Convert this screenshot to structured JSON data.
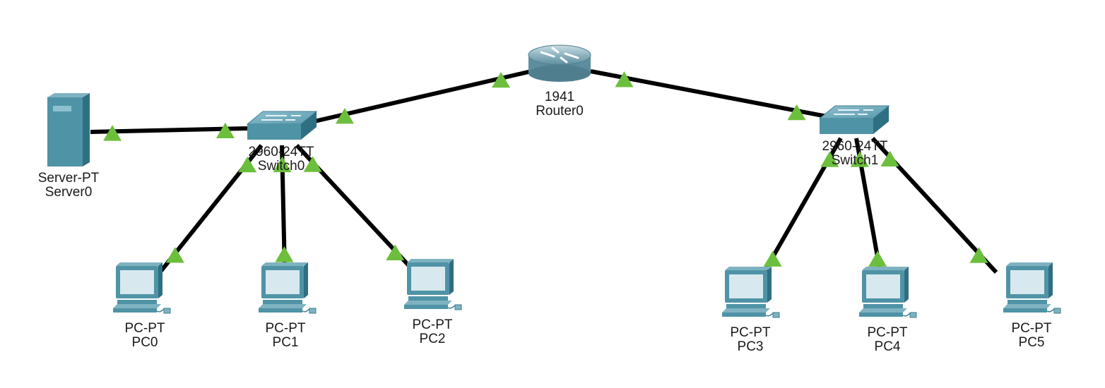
{
  "colors": {
    "link": "#000000",
    "link_light": "#6cbf3c",
    "device_teal": "#4f93a6",
    "device_dark": "#2f6f82",
    "screen": "#d8e8ef",
    "label": "#1a1a1a"
  },
  "devices": [
    {
      "id": "router0",
      "kind": "router",
      "icon": "router-icon",
      "model": "1941",
      "name": "Router0"
    },
    {
      "id": "switch0",
      "kind": "switch",
      "icon": "switch-icon",
      "model": "2960-24TT",
      "name": "Switch0"
    },
    {
      "id": "switch1",
      "kind": "switch",
      "icon": "switch-icon",
      "model": "2960-24TT",
      "name": "Switch1"
    },
    {
      "id": "server0",
      "kind": "server",
      "icon": "server-icon",
      "model": "Server-PT",
      "name": "Server0"
    },
    {
      "id": "pc0",
      "kind": "pc",
      "icon": "pc-icon",
      "model": "PC-PT",
      "name": "PC0"
    },
    {
      "id": "pc1",
      "kind": "pc",
      "icon": "pc-icon",
      "model": "PC-PT",
      "name": "PC1"
    },
    {
      "id": "pc2",
      "kind": "pc",
      "icon": "pc-icon",
      "model": "PC-PT",
      "name": "PC2"
    },
    {
      "id": "pc3",
      "kind": "pc",
      "icon": "pc-icon",
      "model": "PC-PT",
      "name": "PC3"
    },
    {
      "id": "pc4",
      "kind": "pc",
      "icon": "pc-icon",
      "model": "PC-PT",
      "name": "PC4"
    },
    {
      "id": "pc5",
      "kind": "pc",
      "icon": "pc-icon",
      "model": "PC-PT",
      "name": "PC5"
    }
  ],
  "links": [
    {
      "from": "router0",
      "to": "switch0"
    },
    {
      "from": "router0",
      "to": "switch1"
    },
    {
      "from": "server0",
      "to": "switch0"
    },
    {
      "from": "switch0",
      "to": "pc0"
    },
    {
      "from": "switch0",
      "to": "pc1"
    },
    {
      "from": "switch0",
      "to": "pc2"
    },
    {
      "from": "switch1",
      "to": "pc3"
    },
    {
      "from": "switch1",
      "to": "pc4"
    },
    {
      "from": "switch1",
      "to": "pc5"
    }
  ]
}
